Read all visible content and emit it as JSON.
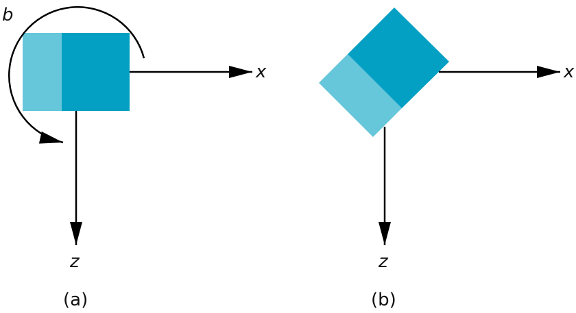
{
  "colors": {
    "dark_block": "#03a0c4",
    "light_block": "#66c6da",
    "axis": "#000000",
    "background": "#ffffff"
  },
  "panel_a": {
    "rotation_label": "b",
    "x_label": "x",
    "z_label": "z",
    "caption": "(a)"
  },
  "panel_b": {
    "x_label": "x",
    "z_label": "z",
    "caption": "(b)"
  }
}
